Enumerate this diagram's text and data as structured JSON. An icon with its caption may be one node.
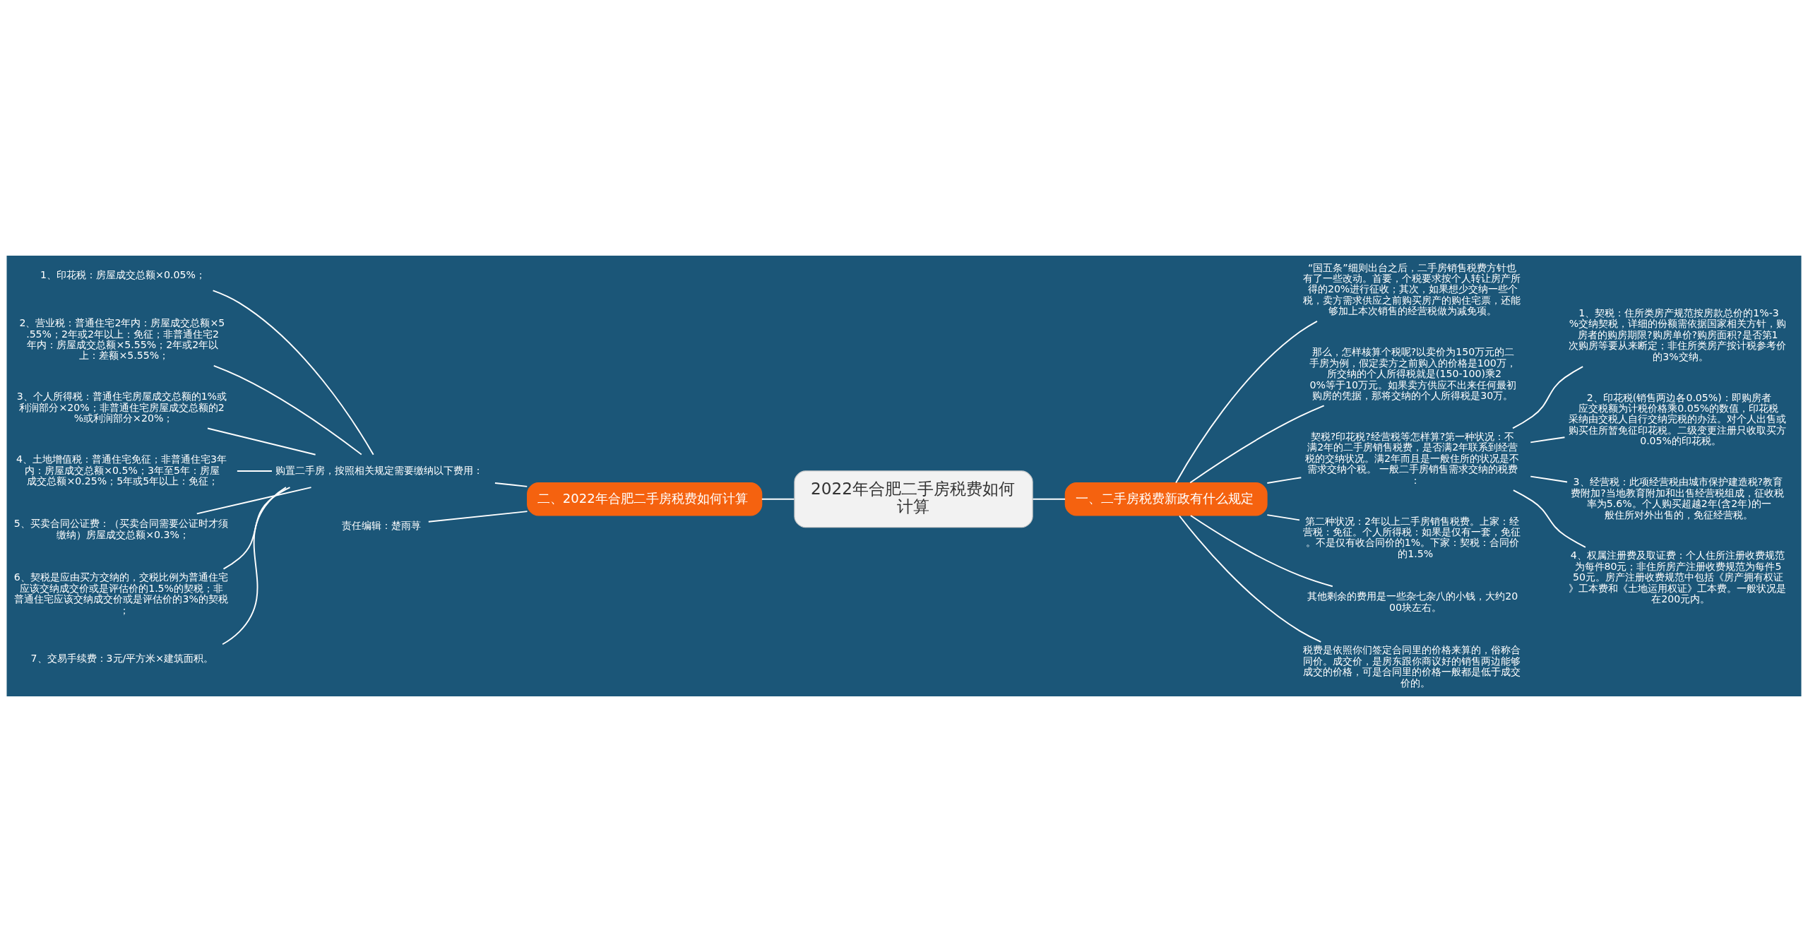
{
  "diagram": {
    "nodes": [
      {
        "text": [
          "2022年合肥二手房税费如何计算"
        ]
      },
      {
        "text": [
          "一、二手房税费新政有什么规定"
        ]
      },
      {
        "text": [
          "“国五条”细则出台之后，二手房销售税费方针也有了一些改动。首要，个税要求按个人转让房产所得的20%进行征收；其次，如果想少交纳一些个税，卖方需求供应之前购买房产的购住宅票，还能够加上本次销售的经营税做为减免项。"
        ]
      },
      {
        "text": [
          "那么，怎样核算个税呢?以卖价为150万元的二手房为例，假定卖方之前购入的价格是100万，所交纳的个人所得税就是(150-100)乘20%等于10万元。如果卖方供应不出来任何最初购房的凭据，那将交纳的个人所得税是30万。"
        ]
      },
      {
        "text": [
          "契税?印花税?经营税等怎样算?第一种状况：不满2年的二手房销售税费，是否满2年联系到经营税的交纳状况。满2年而且是一般住所的状况是不需求交纳个税。 一般二手房销售需求交纳的税费："
        ]
      },
      {
        "text": [
          "第二种状况：2年以上二手房销售税费。上家：经营税：免征。个人所得税：如果是仅有一套，免征。不是仅有收合同价的1%。下家：契税：合同价的1.5%"
        ]
      },
      {
        "text": [
          "其他剩余的费用是一些杂七杂八的小钱，大约2000块左右。"
        ]
      },
      {
        "text": [
          "税费是依照你们签定合同里的价格来算的，俗称合同价。成交价，是房东跟你商议好的销售两边能够成交的价格，可是合同里的价格一般都是低于成交价的。"
        ]
      },
      {
        "text": [
          "1、契税：住所类房产规范按房款总价的1%-3%交纳契税，详细的份额需依据国家相关方针，购房者的购房期限?购房单价?购房面积?是否第1次购房等要从来断定；非住所类房产按计税参考价的3%交纳。"
        ]
      },
      {
        "text": [
          "2、印花税(销售两边各0.05%)：即购房者应交税额为计税价格乘0.05%的数值，印花税采纳由交税人自行交纳完税的办法。对个人出售或购买住所暂免征印花税。二级变更注册只收取买方0.05%的印花税。"
        ]
      },
      {
        "text": [
          "3、经营税：此项经营税由城市保护建造税?教育费附加?当地教育附加和出售经营税组成，征收税率为5.6%。个人购买超越2年(含2年)的一般住所对外出售的，免征经营税。"
        ]
      },
      {
        "text": [
          "4、权属注册费及取证费：个人住所注册收费规范为每件80元；非住所房产注册收费规范为每件550元。房产注册收费规范中包括《房产拥有权证》工本费和《土地运用权证》工本费。一般状况是在200元内。"
        ]
      },
      {
        "text": [
          "二、2022年合肥二手房税费如何计算"
        ]
      },
      {
        "text": [
          "购置二手房，按照相关规定需要缴纳以下费用："
        ]
      },
      {
        "text": [
          "责任编辑：楚雨荨"
        ]
      },
      {
        "text": [
          "1、印花税：房屋成交总额×0.05%；"
        ]
      },
      {
        "text": [
          "2、营业税：普通住宅2年内：房屋成交总额×5.55%；2年或2年以上：免征；非普通住宅2年内：房屋成交总额×5.55%；2年或2年以上：差额×5.55%；"
        ]
      },
      {
        "text": [
          "3、个人所得税：普通住宅房屋成交总额的1%或利润部分×20%；非普通住宅房屋成交总额的2%或利润部分×20%；"
        ]
      },
      {
        "text": [
          "4、土地增值税：普通住宅免征；非普通住宅3年内：房屋成交总额×0.5%；3年至5年：房屋成交总额×0.25%；5年或5年以上：免征；"
        ]
      },
      {
        "text": [
          "5、买卖合同公证费：（买卖合同需要公证时才须缴纳）房屋成交总额×0.3%；"
        ]
      },
      {
        "text": [
          "6、契税是应由买方交纳的，交税比例为普通住宅应该交纳成交价或是评估价的1.5%的契税；非普通住宅应该交纳成交价或是评估价的3%的契税；"
        ]
      },
      {
        "text": [
          "7、交易手续费：3元/平方米×建筑面积。"
        ]
      }
    ],
    "edges": [
      {
        "from": 0,
        "to": 1,
        "arrow": "none"
      },
      {
        "from": 1,
        "to": 2,
        "arrow": "none"
      },
      {
        "from": 1,
        "to": 3,
        "arrow": "none"
      },
      {
        "from": 1,
        "to": 4,
        "arrow": "none"
      },
      {
        "from": 1,
        "to": 5,
        "arrow": "none"
      },
      {
        "from": 1,
        "to": 6,
        "arrow": "none"
      },
      {
        "from": 1,
        "to": 7,
        "arrow": "none"
      },
      {
        "from": 4,
        "to": 8,
        "arrow": "none"
      },
      {
        "from": 4,
        "to": 9,
        "arrow": "none"
      },
      {
        "from": 4,
        "to": 10,
        "arrow": "none"
      },
      {
        "from": 4,
        "to": 11,
        "arrow": "none"
      },
      {
        "from": 0,
        "to": 12,
        "arrow": "none"
      },
      {
        "from": 12,
        "to": 13,
        "arrow": "none"
      },
      {
        "from": 12,
        "to": 14,
        "arrow": "none"
      },
      {
        "from": 13,
        "to": 15,
        "arrow": "none"
      },
      {
        "from": 13,
        "to": 16,
        "arrow": "none"
      },
      {
        "from": 13,
        "to": 17,
        "arrow": "none"
      },
      {
        "from": 13,
        "to": 18,
        "arrow": "none"
      },
      {
        "from": 13,
        "to": 19,
        "arrow": "none"
      },
      {
        "from": 13,
        "to": 20,
        "arrow": "none"
      },
      {
        "from": 13,
        "to": 21,
        "arrow": "none"
      }
    ]
  }
}
